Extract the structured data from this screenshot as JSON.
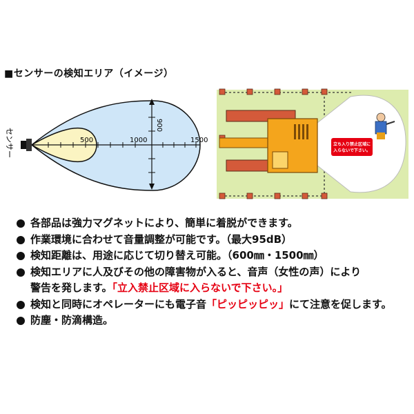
{
  "section_title": "■センサーの検知エリア（イメージ）",
  "sensor_label": "センサー",
  "area_axis": {
    "labels": [
      "500",
      "1000",
      "1500"
    ],
    "vertical_label": "900"
  },
  "warning_sign": {
    "line1": "立ち入り禁止区域に",
    "line2": "入らないで下さい。"
  },
  "colors": {
    "far_zone": "#cfe6f8",
    "near_zone": "#fbf4c2",
    "excavator": "#f4a51c",
    "ground": "#ddecae",
    "track": "#d45a3a",
    "accent_red": "#e60012"
  },
  "features": [
    {
      "text": "各部品は強力マグネットにより、簡単に着脱ができます。"
    },
    {
      "text": "作業環境に合わせて音量調整が可能です。（最大95dB）"
    },
    {
      "text": "検知距離は、用途に応じて切り替え可能。（600㎜・1500㎜）"
    },
    {
      "text": "検知エリアに人及びその他の障害物が入ると、音声（女性の声）により",
      "line2": "警告を発します。",
      "line2_red": "「立入禁止区域に入らないで下さい。」"
    },
    {
      "text": "検知と同時にオペレーターにも電子音",
      "red": "「ピッピッピッ」",
      "text_after": "にて注意を促します。"
    },
    {
      "text": "防塵・防滴構造。"
    }
  ]
}
